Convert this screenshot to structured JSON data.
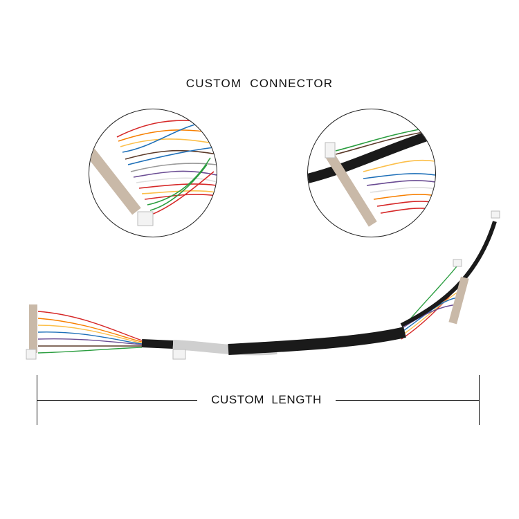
{
  "header": {
    "title": "CUSTOM CONNECTOR"
  },
  "detail_views": [
    {
      "name": "connector-closeup-left",
      "subject": "Multi-pin connector with colorful twisted wires and small 5-pin white connector"
    },
    {
      "name": "connector-closeup-right",
      "subject": "Multi-pin connector with black sheathed cable, colorful wires and small white connector"
    }
  ],
  "product": {
    "name": "Wire harness cable assembly",
    "features": [
      "multi-pin connector both ends",
      "braided shield section",
      "black sleeve",
      "small white auxiliary connectors"
    ]
  },
  "dimension": {
    "label": "CUSTOM LENGTH"
  },
  "colors": {
    "background": "#ffffff",
    "text": "#111111",
    "connector_body": "#c9b9a8",
    "sleeve": "#1a1a1a",
    "wires": [
      "#d62828",
      "#f77f00",
      "#fcbf49",
      "#1d6fb8",
      "#6a4c93",
      "#2a9d3f",
      "#5b3a29",
      "#ffffff",
      "#222222"
    ]
  }
}
